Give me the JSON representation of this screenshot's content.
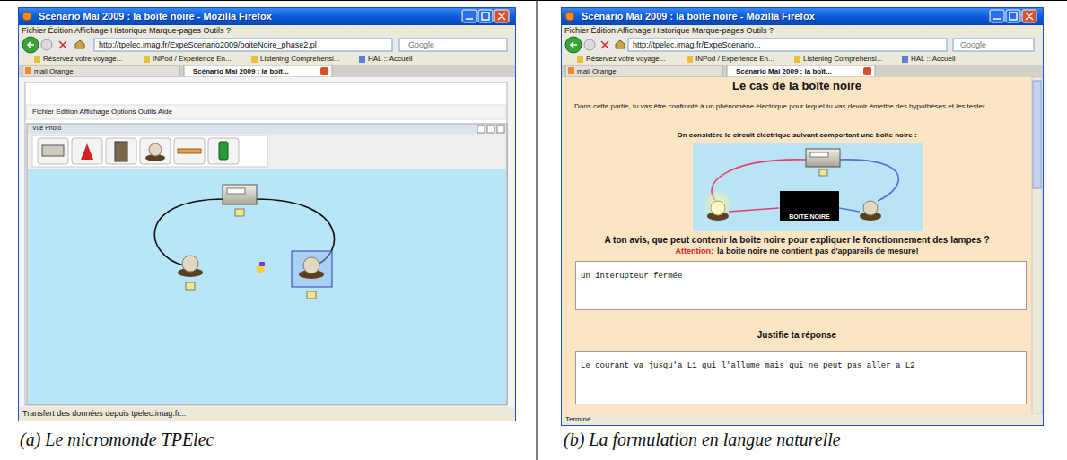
{
  "diagram": {
    "nodes": [
      {
        "text": [
          "Scénario Mai 2009 : la boîte noire - Mozilla Firefox"
        ]
      },
      {
        "text": [
          "Scénario Mai 2009 : la boîte noire - Mozilla Firefox"
        ]
      },
      {
        "text": [
          "BOITE NOIRE"
        ],
        "in": 1
      },
      {
        "text": [
          "un interupteur fermée"
        ],
        "in": 1
      },
      {
        "text": [
          "Le courant va jusqu'a L1 qui l'allume mais qui ne peut pas aller a L2"
        ],
        "in": 1
      }
    ],
    "labels": [
      "Fichier Édition Affichage Historique Marque-pages Outils ?",
      "http://tpelec.imag.fr/ExpeScenario2009/boiteNoire_phase2.pl",
      "Google",
      "Réservez votre voyage...",
      "INPod / Experience En...",
      "Listening Comprehensi...",
      "HAL :: Accueil",
      "mail Orange",
      "Scénario Mai 2009 : la boît...",
      "Fichier Edition Affichage Options Outils Aide",
      "Vue Photo",
      "Transfert des données depuis tpelec.imag.fr...",
      "Fichier Édition Affichage Historique Marque-pages Outils ?",
      "http://tpelec.imag.fr/ExpeScenario...",
      "Google",
      "Réservez votre voyage...",
      "INPod / Experience En...",
      "Listening Comprehensi...",
      "HAL :: Accueil",
      "mail Orange",
      "Scénario Mai 2009 : la boît...",
      "Le cas de la boîte noire",
      "Dans cette partie, tu vas être confronté à un phénomène électrique pour lequel tu vas devoir émettre des hypothèses et les tester",
      "On considère le circuit électrique suivant comportant une boîte noire :",
      "A ton avis, que peut contenir la boite noire pour expliquer le fonctionnement des lampes ?",
      "Attention:",
      "la boite noire ne contient pas d'appareils de mesure!",
      "Justifie ta réponse",
      "Terminé",
      "(a) Le micromonde TPElec",
      "(b) La formulation en langue naturelle"
    ]
  }
}
